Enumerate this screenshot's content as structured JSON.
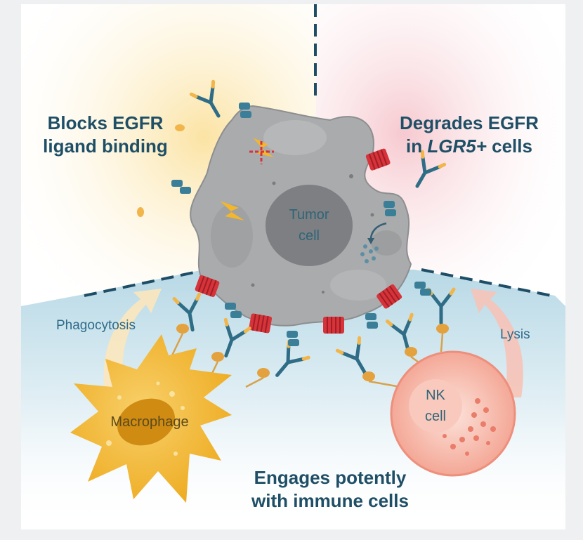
{
  "headings": {
    "blocks_line1": "Blocks EGFR",
    "blocks_line2": "ligand binding",
    "degrades_line1": "Degrades EGFR",
    "degrades_line2_italic": "LGR5+",
    "degrades_line2_suffix": " cells",
    "degrades_line2_prefix": "in ",
    "engages_line1": "Engages potently",
    "engages_line2": "with immune cells"
  },
  "cells": {
    "tumor_line1": "Tumor",
    "tumor_line2": "cell",
    "macrophage": "Macrophage",
    "nk_line1": "NK",
    "nk_line2": "cell"
  },
  "processes": {
    "phagocytosis": "Phagocytosis",
    "lysis": "Lysis"
  },
  "colors": {
    "heading_text": "#1f4f66",
    "left_sector": "#fdf1cf",
    "right_sector": "#fbe3e6",
    "bottom_sector": "#cfe6ef",
    "tumor": "#a9abad",
    "receptor": "#d6333a",
    "macrophage": "#f2b731",
    "nk_cell": "#f6a596"
  }
}
